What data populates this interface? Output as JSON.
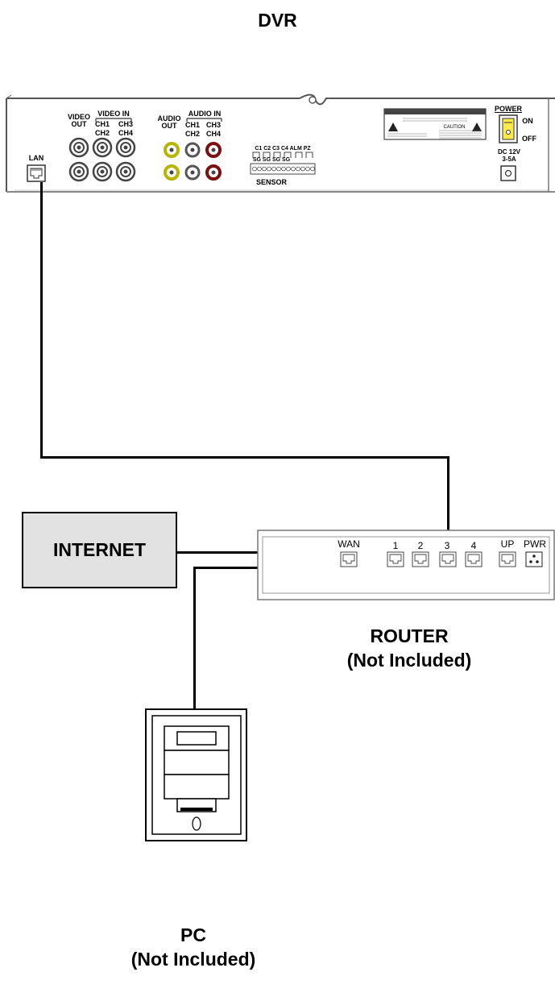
{
  "dvr": {
    "title": "DVR",
    "labels": {
      "video_out": [
        "VIDEO",
        "OUT"
      ],
      "video_in": "VIDEO IN",
      "ch1": "CH1",
      "ch2": "CH2",
      "ch3": "CH3",
      "ch4": "CH4",
      "audio_out": [
        "AUDIO",
        "OUT"
      ],
      "audio_in": "AUDIO IN",
      "sensor_top": "C1 C2 C3 C4 ALM PZ",
      "sensor_sg": "SG SG SG SG",
      "sensor": "SENSOR",
      "lan": "LAN",
      "caution": "CAUTION",
      "power": "POWER",
      "on": "ON",
      "off": "OFF",
      "dc": [
        "DC 12V",
        "3-5A"
      ]
    }
  },
  "internet": {
    "label": "INTERNET"
  },
  "router": {
    "ports": [
      "WAN",
      "1",
      "2",
      "3",
      "4",
      "UP",
      "PWR"
    ],
    "caption_line1": "ROUTER",
    "caption_line2": "(Not Included)"
  },
  "pc": {
    "caption_line1": "PC",
    "caption_line2": "(Not Included)"
  }
}
